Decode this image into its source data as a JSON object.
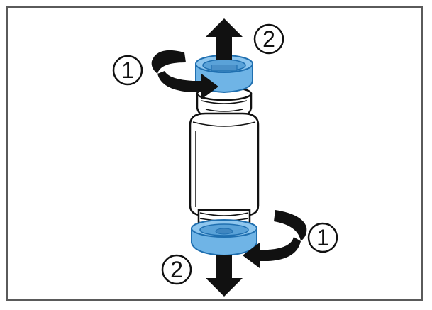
{
  "labels": {
    "top_rotate": "1",
    "top_pull": "2",
    "bottom_rotate": "1",
    "bottom_pull": "2"
  },
  "colors": {
    "cap": "#6fb4e6",
    "cap_edge": "#1f6fb0",
    "outline": "#111111",
    "arrow": "#111111",
    "frame": "#5a5a5a"
  },
  "icons": {
    "rotate": "curved-arrow-icon",
    "pull": "straight-arrow-icon"
  }
}
